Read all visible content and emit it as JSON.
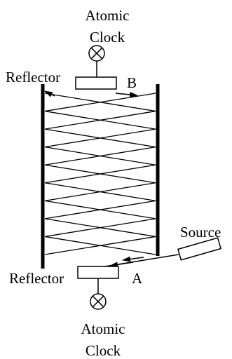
{
  "diagram": {
    "top_clock_label_line1": "Atomic",
    "top_clock_label_line2": "Clock",
    "top_reflector_label": "Reflector",
    "point_b_label": "B",
    "source_label": "Source",
    "bottom_reflector_label": "Reflector",
    "point_a_label": "A",
    "bottom_clock_label_line1": "Atomic",
    "bottom_clock_label_line2": "Clock",
    "zigzag_crossings": 9,
    "line_color": "#000000",
    "background_color": "#ffffff"
  }
}
